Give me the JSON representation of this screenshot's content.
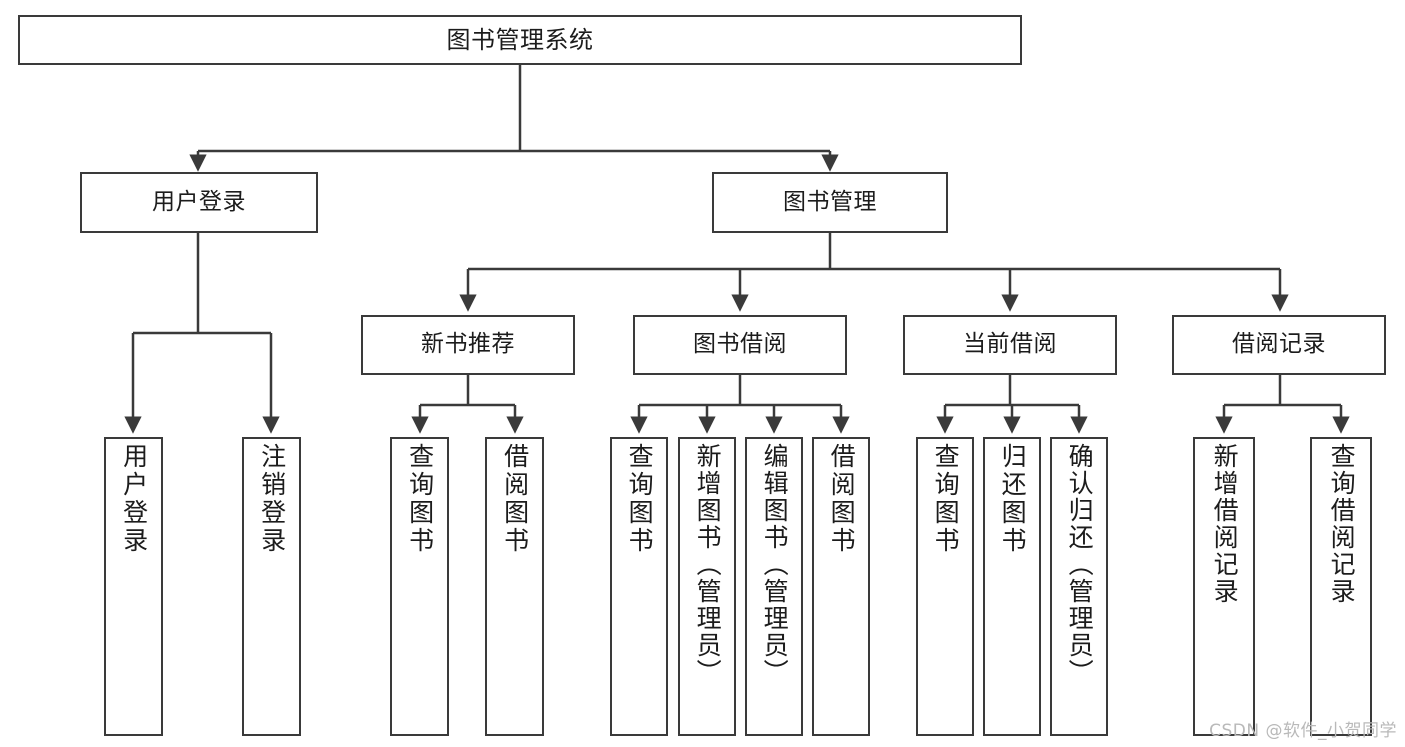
{
  "diagram": {
    "title": "图书管理系统",
    "type": "tree",
    "root": {
      "id": "root",
      "label": "图书管理系统"
    },
    "level2": [
      {
        "id": "user-login",
        "label": "用户登录"
      },
      {
        "id": "book-manage",
        "label": "图书管理"
      }
    ],
    "level3": [
      {
        "id": "new-book-recommend",
        "label": "新书推荐",
        "parent": "book-manage"
      },
      {
        "id": "book-borrow",
        "label": "图书借阅",
        "parent": "book-manage"
      },
      {
        "id": "current-borrow",
        "label": "当前借阅",
        "parent": "book-manage"
      },
      {
        "id": "borrow-record",
        "label": "借阅记录",
        "parent": "book-manage"
      }
    ],
    "leaves": {
      "user_login": [
        {
          "id": "leaf-user-login",
          "label": "用户登录"
        },
        {
          "id": "leaf-logout-login",
          "label": "注销登录"
        }
      ],
      "new_book_recommend": [
        {
          "id": "leaf-query-book-1",
          "label": "查询图书"
        },
        {
          "id": "leaf-borrow-book-1",
          "label": "借阅图书"
        }
      ],
      "book_borrow": [
        {
          "id": "leaf-query-book-2",
          "label": "查询图书"
        },
        {
          "id": "leaf-add-book",
          "label": "新增图书（管理员）"
        },
        {
          "id": "leaf-edit-book",
          "label": "编辑图书（管理员）"
        },
        {
          "id": "leaf-borrow-book-2",
          "label": "借阅图书"
        }
      ],
      "current_borrow": [
        {
          "id": "leaf-query-book-3",
          "label": "查询图书"
        },
        {
          "id": "leaf-return-book",
          "label": "归还图书"
        },
        {
          "id": "leaf-confirm-return",
          "label": "确认归还（管理员）"
        }
      ],
      "borrow_record": [
        {
          "id": "leaf-add-borrow-record",
          "label": "新增借阅记录"
        },
        {
          "id": "leaf-query-borrow-record",
          "label": "查询借阅记录"
        }
      ]
    },
    "colors": {
      "stroke": "#3a3a3a",
      "fill": "#ffffff",
      "text": "#1c1c1c",
      "watermark": "#b9b9b9"
    }
  },
  "watermark": {
    "text": "CSDN @软件_小贺同学"
  }
}
